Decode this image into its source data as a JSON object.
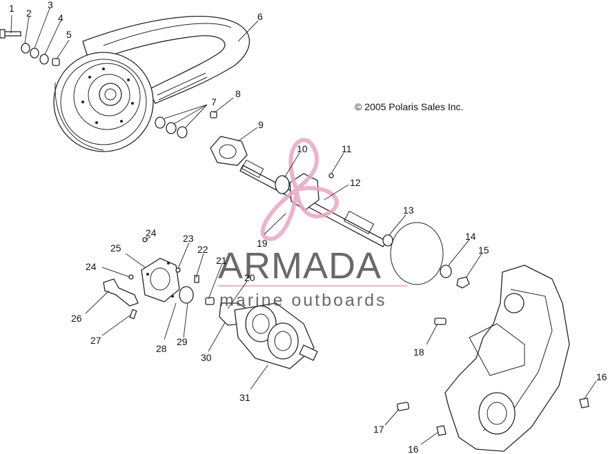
{
  "copyright": "© 2005 Polaris Sales Inc.",
  "watermark": {
    "title": "ARMADA",
    "subtitle": "marine outboards",
    "logo_color": "#e8a6c6",
    "text_color": "#505050"
  },
  "callouts": [
    "1",
    "2",
    "3",
    "4",
    "5",
    "6",
    "7",
    "8",
    "9",
    "10",
    "11",
    "12",
    "13",
    "14",
    "15",
    "16",
    "16",
    "17",
    "18",
    "19",
    "20",
    "21",
    "22",
    "23",
    "24",
    "24",
    "25",
    "26",
    "27",
    "28",
    "29",
    "30",
    "31"
  ]
}
